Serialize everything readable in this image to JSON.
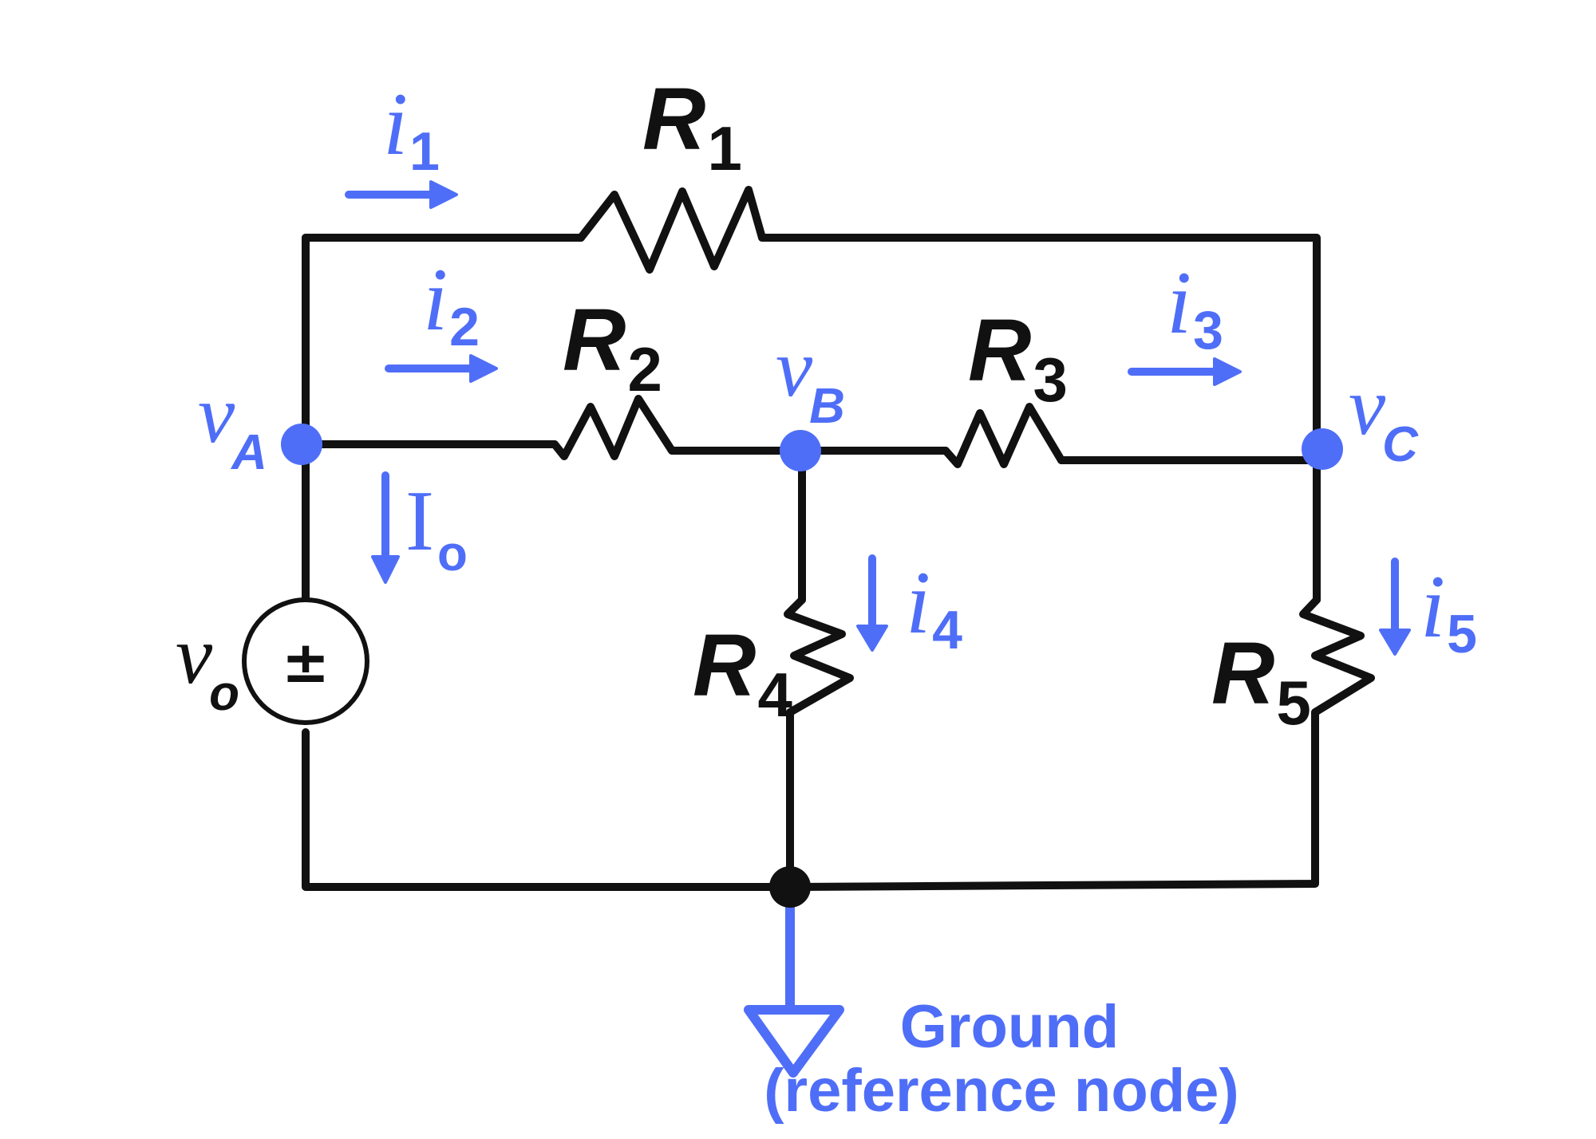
{
  "colors": {
    "wire": "#111111",
    "annotation": "#4f6ef7",
    "background": "#ffffff"
  },
  "resistors": [
    {
      "name": "R",
      "sub": "1"
    },
    {
      "name": "R",
      "sub": "2"
    },
    {
      "name": "R",
      "sub": "3"
    },
    {
      "name": "R",
      "sub": "4"
    },
    {
      "name": "R",
      "sub": "5"
    }
  ],
  "currents": [
    {
      "name": "i",
      "sub": "1"
    },
    {
      "name": "i",
      "sub": "2"
    },
    {
      "name": "i",
      "sub": "3"
    },
    {
      "name": "i",
      "sub": "4"
    },
    {
      "name": "i",
      "sub": "5"
    }
  ],
  "source_current": {
    "name": "I",
    "sub": "o"
  },
  "nodes": [
    {
      "name": "v",
      "sub": "A"
    },
    {
      "name": "v",
      "sub": "B"
    },
    {
      "name": "v",
      "sub": "C"
    }
  ],
  "source": {
    "name": "v",
    "sub": "o",
    "symbol": "±"
  },
  "ground": {
    "line1": "Ground",
    "line2": "(reference node)"
  }
}
